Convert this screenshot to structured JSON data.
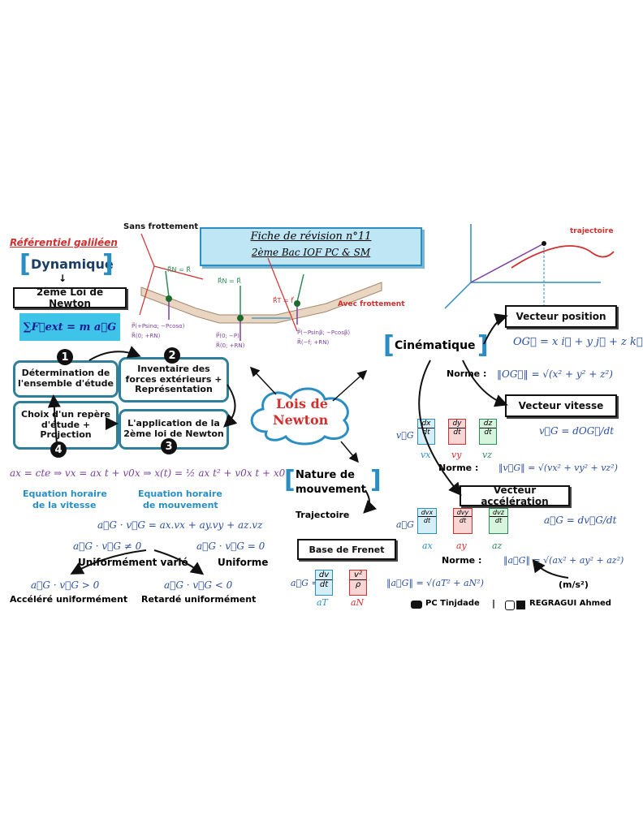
{
  "header": {
    "referentiel": "Référentiel galiléen",
    "fiche_title": "Fiche de révision n°11",
    "fiche_sub": "2ème Bac IOF PC & SM",
    "sans_frottement": "Sans frottement",
    "avec_frottement": "Avec frottement",
    "trajectoire_label": "trajectoire"
  },
  "dynamique": {
    "title": "Dynamique",
    "law": "2ème Loi de Newton",
    "formula": "∑F⃗ext = m a⃗G"
  },
  "steps": [
    {
      "num": "1",
      "label": "Détermination de l'ensemble d'étude"
    },
    {
      "num": "2",
      "label": "Inventaire des forces extérieurs + Représentation"
    },
    {
      "num": "3",
      "label": "L'application de la 2ème loi de Newton"
    },
    {
      "num": "4",
      "label": "Choix d'un repère d'étude + Projection"
    }
  ],
  "center": {
    "line1": "Lois de",
    "line2": "Newton"
  },
  "forces": {
    "rn_eq_r": "R⃗N = R⃗",
    "rn_eq_r2": "R⃗N = R⃗",
    "rt_eq_f": "R⃗T = f⃗",
    "p_comp_left": "P⃗(+Psinα; −Pcosα)",
    "r_comp_left": "R⃗(0; +RN)",
    "p_comp_mid": "P⃗(0; −P)",
    "r_comp_mid": "R⃗(0; +RN)",
    "p_comp_right": "P⃗(−Psinβ; −Pcosβ)",
    "r_comp_right": "R⃗(−f; +RN)"
  },
  "equations": {
    "main": "ax = cte ⇒ vx = ax t + v0x ⇒ x(t) = ½ ax t² + v0x t + x0",
    "horaire_vitesse_1": "Equation horaire",
    "horaire_vitesse_2": "de la vitesse",
    "horaire_mouvement_1": "Equation horaire",
    "horaire_mouvement_2": "de mouvement",
    "dot_product": "a⃗G · v⃗G = ax.vx + ay.vy + az.vz",
    "neq_zero": "a⃗G · v⃗G ≠ 0",
    "eq_zero": "a⃗G · v⃗G = 0",
    "unif_varie": "Uniformément varié",
    "uniforme": "Uniforme",
    "gt_zero": "a⃗G · v⃗G > 0",
    "lt_zero": "a⃗G · v⃗G < 0",
    "accelere": "Accéléré uniformément",
    "retarde": "Retardé uniformément"
  },
  "nature": {
    "line1": "Nature de",
    "line2": "mouvement",
    "trajectoire": "Trajectoire",
    "frenet": "Base de Frenet"
  },
  "frenet_formula": {
    "aG": "a⃗G =",
    "dv": "dv",
    "dt": "dt",
    "v2": "v²",
    "rho": "ρ",
    "aT": "aT",
    "aN": "aN",
    "norm": "‖a⃗G‖ = √(aT² + aN²)"
  },
  "cinematique": {
    "title": "Cinématique",
    "pos_title": "Vecteur position",
    "pos_formula": "OG⃗ = x i⃗ + y j⃗ + z k⃗",
    "norme": "Norme :",
    "pos_norm": "‖OG⃗‖ = √(x² + y² + z²)",
    "vit_title": "Vecteur vitesse",
    "vit_formula": "v⃗G = dOG⃗/dt",
    "vit_norm": "‖v⃗G‖ = √(vx² + vy² + vz²)",
    "acc_title": "Vecteur accélération",
    "acc_formula": "a⃗G = dv⃗G/dt",
    "acc_norm": "‖a⃗G‖ = √(ax² + ay² + az²)",
    "unit": "(m/s²)",
    "vG_lhs": "v⃗G =",
    "aG_lhs": "a⃗G =",
    "dx": "dx",
    "dy": "dy",
    "dz": "dz",
    "dt": "dt",
    "dvx": "dvx",
    "dvy": "dvy",
    "dvz": "dvz",
    "vx": "vx",
    "vy": "vy",
    "vz": "vz",
    "ax": "ax",
    "ay": "ay",
    "az": "az"
  },
  "footer": {
    "youtube": "PC Tinjdade",
    "separator": "|",
    "author": "REGRAGUI Ahmed"
  },
  "colors": {
    "teal": "#2f7f9a",
    "blue": "#2a8ec2",
    "purple": "#7b3fa0",
    "red": "#d22f2f",
    "green": "#2e8b57"
  }
}
